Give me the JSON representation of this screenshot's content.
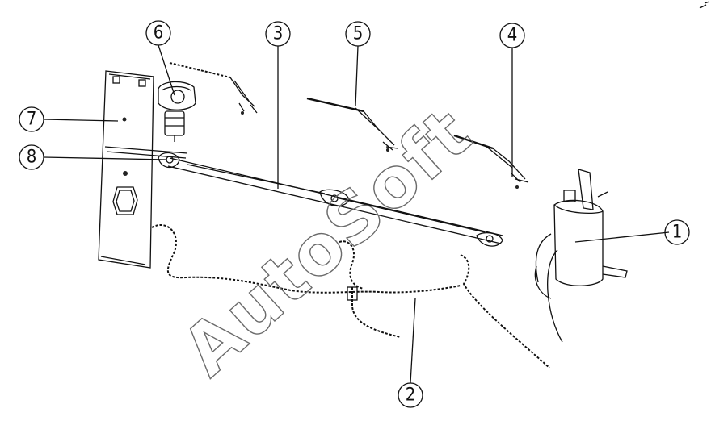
{
  "diagram": {
    "watermark": "AutoSoft",
    "callouts": [
      {
        "id": "1",
        "label": "1"
      },
      {
        "id": "2",
        "label": "2"
      },
      {
        "id": "3",
        "label": "3"
      },
      {
        "id": "4",
        "label": "4"
      },
      {
        "id": "5",
        "label": "5"
      },
      {
        "id": "6",
        "label": "6"
      },
      {
        "id": "7",
        "label": "7"
      },
      {
        "id": "8",
        "label": "8"
      }
    ],
    "icons": [
      "wiper-motor-icon",
      "washer-reservoir-icon",
      "wiper-arm-icon",
      "mounting-panel-icon"
    ]
  }
}
